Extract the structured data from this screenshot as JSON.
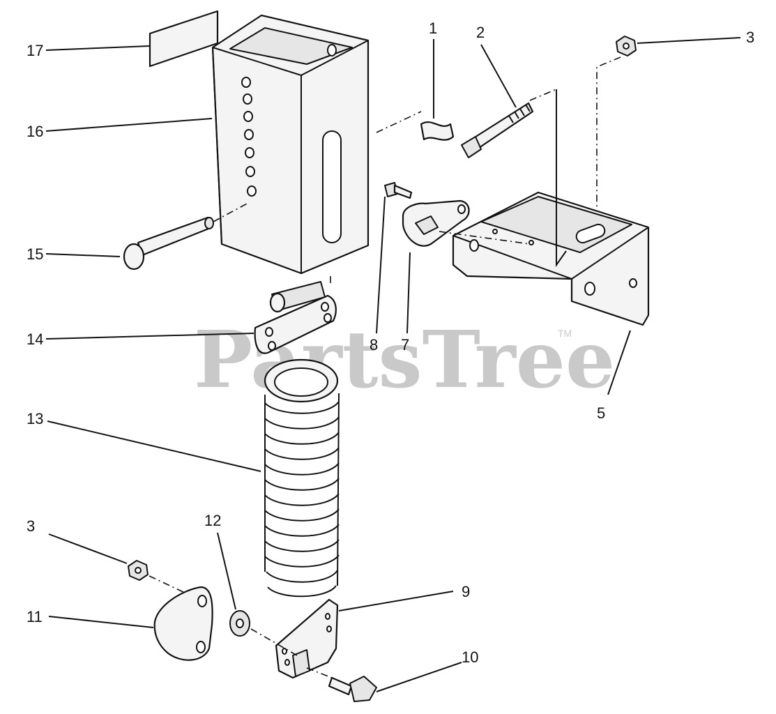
{
  "callouts": {
    "c1": "1",
    "c2": "2",
    "c3a": "3",
    "c3b": "3",
    "c5": "5",
    "c7": "7",
    "c8": "8",
    "c9": "9",
    "c10": "10",
    "c11": "11",
    "c12": "12",
    "c13": "13",
    "c14": "14",
    "c15": "15",
    "c16": "16",
    "c17": "17"
  },
  "watermark": {
    "text": "PartsTree",
    "tm": "TM"
  }
}
